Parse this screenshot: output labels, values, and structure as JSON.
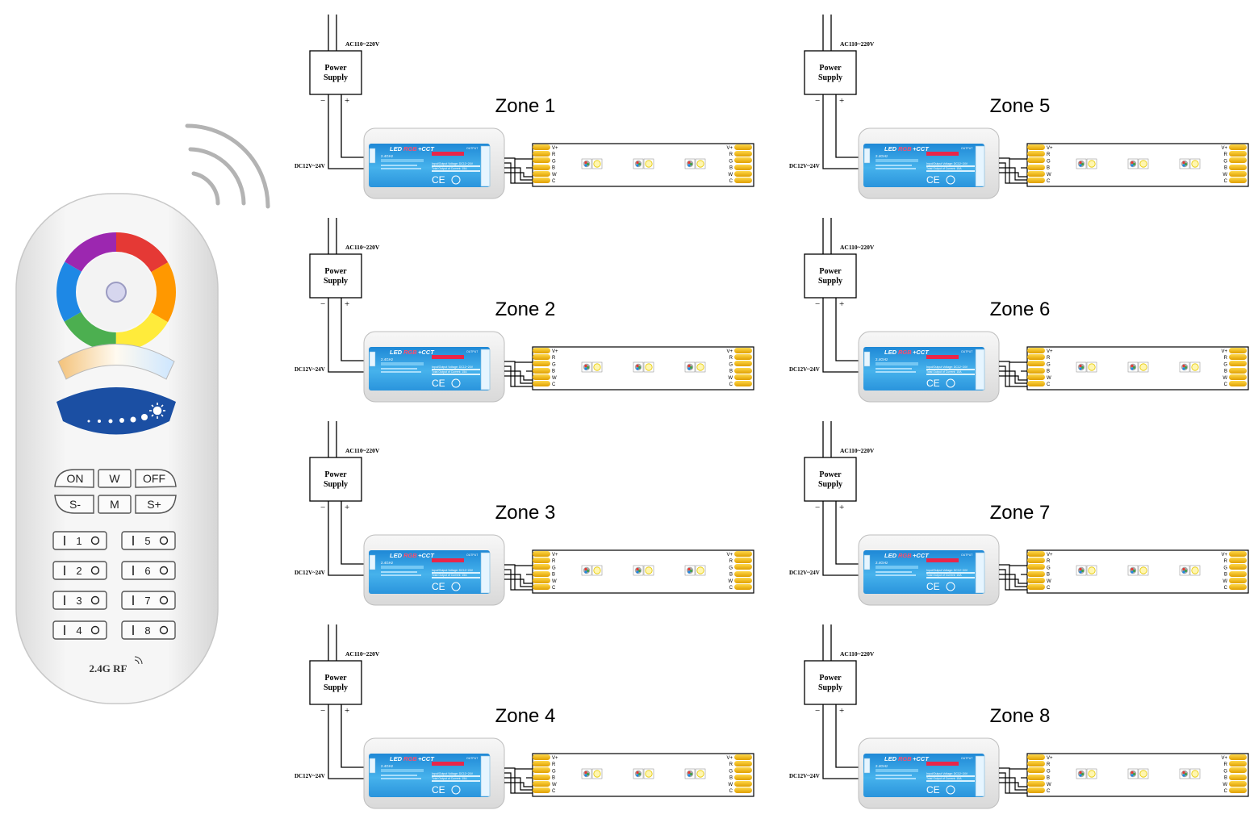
{
  "remote": {
    "buttons": {
      "on": "ON",
      "w": "W",
      "off": "OFF",
      "s_minus": "S-",
      "m": "M",
      "s_plus": "S+"
    },
    "zone_keys": [
      {
        "num": "1"
      },
      {
        "num": "2"
      },
      {
        "num": "3"
      },
      {
        "num": "4"
      },
      {
        "num": "5"
      },
      {
        "num": "6"
      },
      {
        "num": "7"
      },
      {
        "num": "8"
      }
    ],
    "brand": "2.4G RF"
  },
  "labels": {
    "ac_input": "AC110~220V",
    "power_supply_line1": "Power",
    "power_supply_line2": "Supply",
    "minus": "−",
    "plus": "+",
    "dc_output": "DC12V~24V",
    "controller_logo_led": "LED",
    "controller_logo_rgb": "RGB",
    "controller_logo_cct": "+CCT",
    "controller_output": "OUTPUT",
    "controller_freq": "2.4GHz",
    "controller_voltage": "Input/Output Voltage: DC12~24V",
    "controller_current": "Total Output of Current: 15A",
    "ce_mark": "CE",
    "pins": [
      "V+",
      "R",
      "G",
      "B",
      "W",
      "C"
    ]
  },
  "zones": [
    {
      "name": "Zone 1"
    },
    {
      "name": "Zone 2"
    },
    {
      "name": "Zone 3"
    },
    {
      "name": "Zone 4"
    },
    {
      "name": "Zone 5"
    },
    {
      "name": "Zone 6"
    },
    {
      "name": "Zone 7"
    },
    {
      "name": "Zone 8"
    }
  ],
  "colors": {
    "controller_blue": "#1f8ed8",
    "controller_light": "#6cc6f2",
    "housing": "#ececec",
    "connector_gold": "#f2b800",
    "wire": "#000000",
    "remote_body": "#f4f4f4",
    "brightness_arc": "#1a4fa0"
  }
}
